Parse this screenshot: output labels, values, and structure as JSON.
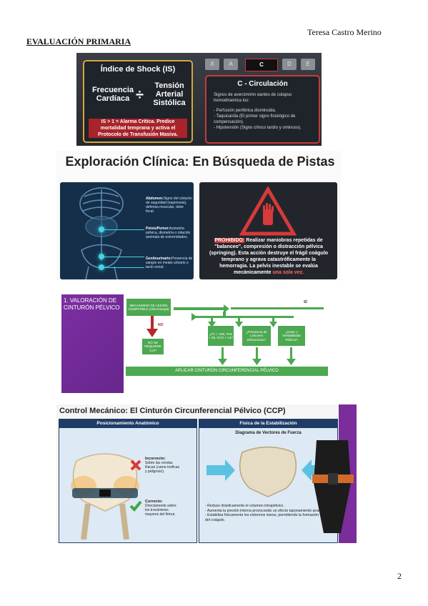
{
  "header": {
    "author": "Teresa Castro Merino",
    "section_title": "EVALUACIÓN PRIMARIA"
  },
  "page_number": "2",
  "panel1": {
    "shock_index": {
      "title": "Índice de Shock (IS)",
      "numerator": "Frecuencia Cardíaca",
      "operator": "÷",
      "denominator": "Tensión Arterial Sistólica",
      "note": "IS > 1 = Alarma Crítica. Predice mortalidad temprana y activa el Protocolo de Transfusión Masiva."
    },
    "tabs": [
      "X",
      "A",
      "C",
      "D",
      "E"
    ],
    "active_tab": "C",
    "circulation": {
      "title": "C - Circulación",
      "intro": "Signos de avercimimn eantes de colapso hemodinamica los:",
      "signs": [
        "Perfusión periférica disminuida.",
        "Taquicardia (El primer signo fisiológico de compensación).",
        "Hipotensión (Signo clínico tardío y ominoso)."
      ]
    }
  },
  "panel2": {
    "title": "Exploración Clínica: En Búsqueda de Pistas",
    "labels": [
      {
        "head": "Abdomen:",
        "text": "Signo del cinturón de seguridad (equimosis), defensa muscular, dolor focal."
      },
      {
        "head": "Pelvis/Periné:",
        "text": "Asimetría pélvica, dismetría o rotación anómala de extremidades."
      },
      {
        "head": "Genitourinario:",
        "text": "Presencia de sangre en meato urinario o tacto rectal."
      }
    ],
    "warning": {
      "prefix": "PROHIBIDO:",
      "body": " Realizar maniobras repetidas de \"balanceo\", compresión o distracción pélvica (springing). Esta acción destruye el frágil coágulo temprano y agrava catastróficamente la hemorragia. La pelvis inestable se evalúa mecánicamente ",
      "emphasis": "una sola vez."
    }
  },
  "panel3": {
    "title": "1. VALORACIÓN DE CINTURÓN PÉLVICO",
    "start": "MECANISMO DE LESIÓN COMPATIBLE (Alta Energía)",
    "yes": "SÍ",
    "no": "NO",
    "no_box": "NO SE REQUIERE CCP",
    "criteria": [
      "¿FC > 100, PAS < 90, GCS < 14?",
      "¿Presencia de Lesiones Distractoras?",
      "¿Dolor o Inestabilidad Pélvica?"
    ],
    "action": "APLICAR CINTURÓN CIRCUNFERENCIAL PÉLVICO"
  },
  "panel4": {
    "title": "Control Mecánico: El Cinturón Circunferencial Pélvico (CCP)",
    "left_head": "Posicionamiento Anatómico",
    "incorrect_head": "Incorrecto:",
    "incorrect_text": "Sobre las crestas ilíacas (carne ineficaz y peligroso).",
    "correct_head": "Correcto:",
    "correct_text": "Directamente sobre los trocánteres mayores del fémur.",
    "right_head": "Física de la Estabilización",
    "diagram_title": "Diagrama de Vectores de Fuerza",
    "effects": [
      "Reduce drásticamente el volumen intrapélvico.",
      "Aumenta la presión interna provocando un efecto taponamiento anatómico.",
      "Estabiliza físicamente los extremos óseos, permitiendo la formación inicial del coágulo."
    ]
  },
  "colors": {
    "alert_red": "#c83a3a",
    "flow_green": "#4ca851",
    "navy": "#1e3c66",
    "purple": "#7b2d9c",
    "gold": "#d9a53a"
  }
}
